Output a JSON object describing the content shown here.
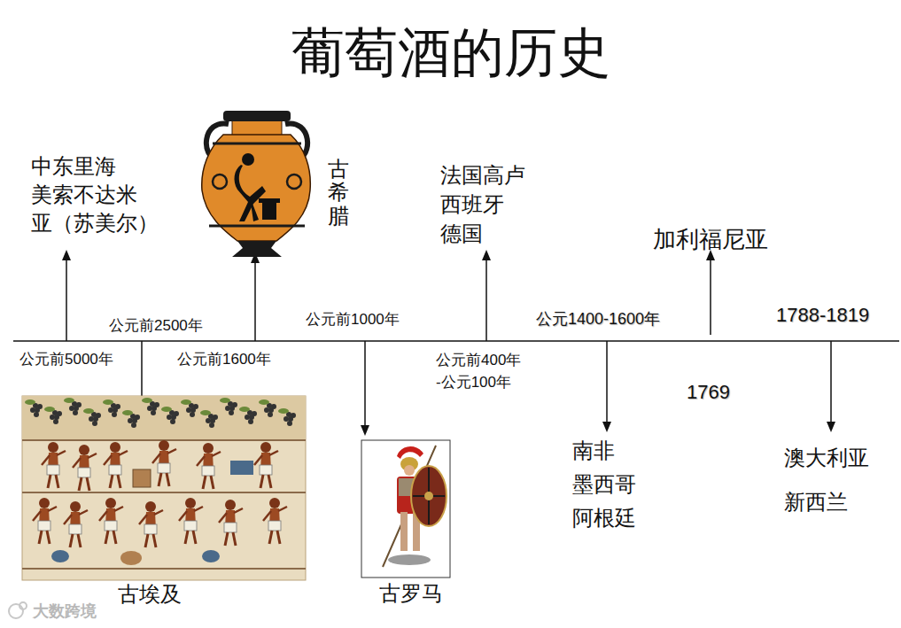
{
  "diagram": {
    "title": "葡萄酒的历史",
    "labels": [
      "中东里海 美索不达米 亚（苏美尔）",
      "古希腊",
      "法国高卢 西班牙 德国",
      "加利福尼亚",
      "公元前5000年",
      "公元前2500年",
      "公元前1600年",
      "公元前1000年",
      "公元前400年 -公元100年",
      "公元1400-1600年",
      "1788-1819",
      "1769",
      "南非 墨西哥 阿根廷",
      "澳大利亚 新西兰",
      "古埃及",
      "古罗马",
      "大数跨境"
    ]
  }
}
